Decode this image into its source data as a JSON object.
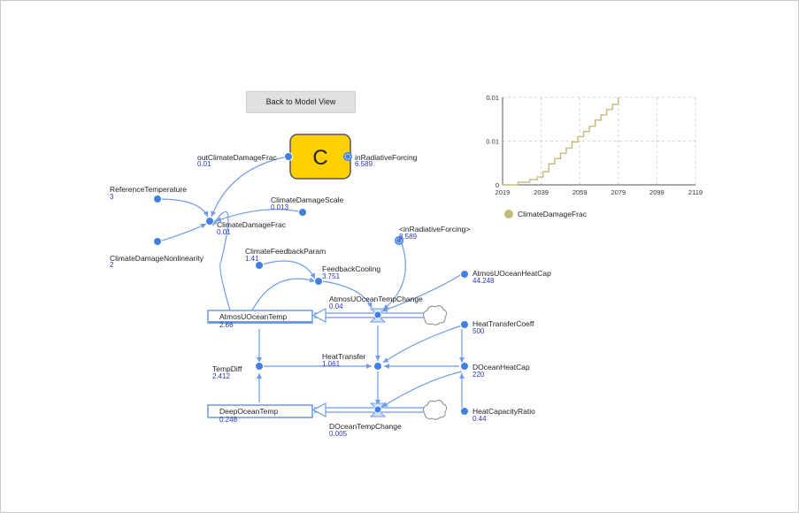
{
  "back_button": "Back to Model View",
  "module": {
    "letter": "C",
    "color": "#ffd000"
  },
  "variables": {
    "outClimateDamageFrac": {
      "name": "outClimateDamageFrac",
      "value": "0.01"
    },
    "inRadiativeForcing": {
      "name": "inRadiativeForcing",
      "value": "6.589"
    },
    "ReferenceTemperature": {
      "name": "ReferenceTemperature",
      "value": "3"
    },
    "ClimateDamageScale": {
      "name": "ClimateDamageScale",
      "value": "0.013"
    },
    "ClimateDamageFrac": {
      "name": "ClimateDamageFrac",
      "value": "0.01"
    },
    "ClimateDamageNonlinearity": {
      "name": "ClimateDamageNonlinearity",
      "value": "2"
    },
    "ClimateFeedbackParam": {
      "name": "ClimateFeedbackParam",
      "value": "1.41"
    },
    "FeedbackCooling": {
      "name": "FeedbackCooling",
      "value": "3.751"
    },
    "ghostRadiativeForcing": {
      "name": "<inRadiativeForcing>",
      "value": "8.589"
    },
    "AtmosUOceanHeatCap": {
      "name": "AtmosUOceanHeatCap",
      "value": "44.248"
    },
    "AtmosUOceanTempChange": {
      "name": "AtmosUOceanTempChange",
      "value": "0.04"
    },
    "AtmosUOceanTemp": {
      "name": "AtmosUOceanTemp",
      "value": "2.66"
    },
    "HeatTransferCoeff": {
      "name": "HeatTransferCoeff",
      "value": "500"
    },
    "TempDiff": {
      "name": "TempDiff",
      "value": "2.412"
    },
    "HeatTransfer": {
      "name": "HeatTransfer",
      "value": "1.061"
    },
    "DOceanHeatCap": {
      "name": "DOceanHeatCap",
      "value": "220"
    },
    "DeepOceanTemp": {
      "name": "DeepOceanTemp",
      "value": "0.248"
    },
    "HeatCapacityRatio": {
      "name": "HeatCapacityRatio",
      "value": "0.44"
    },
    "DOceanTempChange": {
      "name": "DOceanTempChange",
      "value": "0.005"
    }
  },
  "colors": {
    "link": "#6f9be6",
    "node": "#3f7fe6",
    "value": "#2a36c8",
    "series": "#c2bb7a"
  },
  "chart_data": {
    "type": "line",
    "x_ticks": [
      "2019",
      "2039",
      "2059",
      "2079",
      "2099",
      "2119"
    ],
    "y_ticks": [
      "0.01",
      "0.01",
      "0"
    ],
    "xlim": [
      2019,
      2119
    ],
    "ylim": [
      0,
      0.01
    ],
    "grid": true,
    "legend_position": "bottom-left",
    "series": [
      {
        "name": "ClimateDamageFrac",
        "color": "#c2bb7a",
        "points": [
          [
            2019,
            0
          ],
          [
            2027,
            0.0003
          ],
          [
            2033,
            0.0006
          ],
          [
            2037,
            0.0009
          ],
          [
            2040,
            0.0015
          ],
          [
            2043,
            0.0024
          ],
          [
            2046,
            0.003
          ],
          [
            2049,
            0.0036
          ],
          [
            2052,
            0.0042
          ],
          [
            2055,
            0.0049
          ],
          [
            2058,
            0.0055
          ],
          [
            2061,
            0.0061
          ],
          [
            2064,
            0.0067
          ],
          [
            2067,
            0.0074
          ],
          [
            2070,
            0.008
          ],
          [
            2073,
            0.0086
          ],
          [
            2076,
            0.0092
          ],
          [
            2079,
            0.01
          ]
        ]
      }
    ]
  }
}
